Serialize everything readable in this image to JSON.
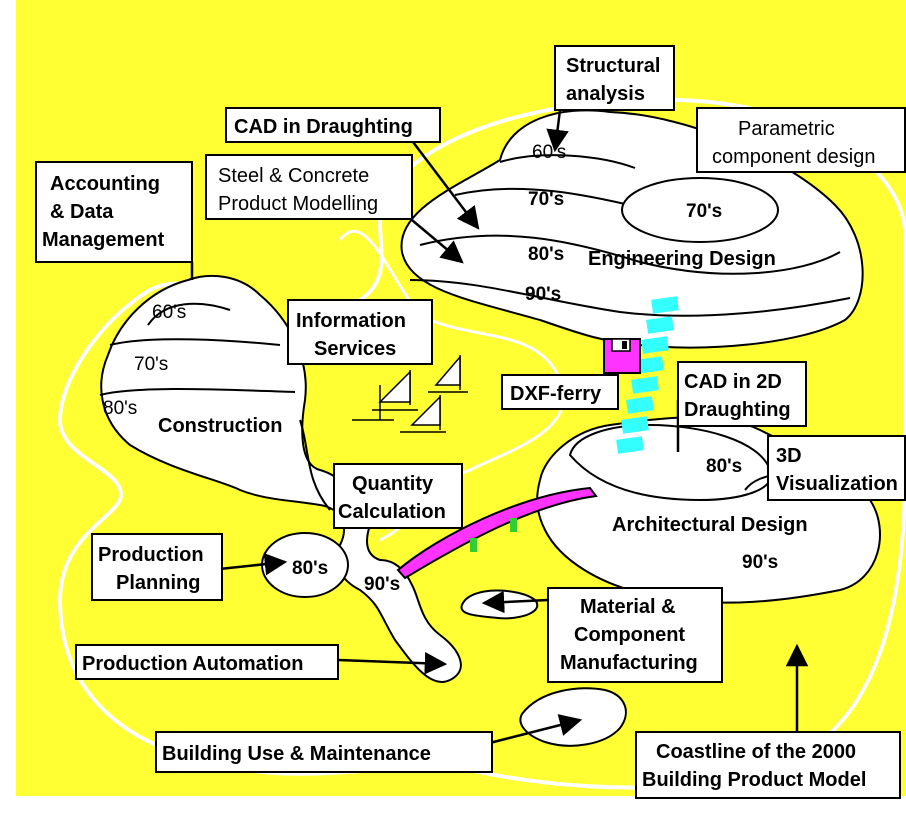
{
  "colors": {
    "background": "#ffff33",
    "island_fill": "#ffffff",
    "coastline": "#ffffff",
    "ferry": "#ff33ff",
    "bridge_magenta": "#ff33ff",
    "bridge_posts": "#33cc33",
    "ferry_route": "#33ffff"
  },
  "islands": {
    "engineering": {
      "name": "Engineering Design",
      "decades": [
        "60's",
        "70's",
        "80's",
        "90's"
      ],
      "parametric_decade": "70's"
    },
    "construction": {
      "name": "Construction",
      "decades": [
        "60's",
        "70's",
        "80's"
      ],
      "peninsula_decades": [
        "80's",
        "90's"
      ]
    },
    "architectural": {
      "name": "Architectural Design",
      "decades": [
        "80's",
        "90's"
      ]
    }
  },
  "labels": {
    "structural": [
      "Structural",
      "analysis"
    ],
    "cad_draughting": [
      "CAD in Draughting"
    ],
    "parametric": [
      "Parametric",
      "component design"
    ],
    "steel": [
      "Steel & Concrete",
      "Product Modelling"
    ],
    "accounting": [
      "Accounting",
      "& Data",
      "Management"
    ],
    "information": [
      "Information",
      "Services"
    ],
    "dxf": [
      "DXF-ferry"
    ],
    "cad2d": [
      "CAD in 2D",
      "Draughting"
    ],
    "vis3d": [
      "3D",
      "Visualization"
    ],
    "quantity": [
      "Quantity",
      "Calculation"
    ],
    "production_planning": [
      "Production",
      "Planning"
    ],
    "material": [
      "Material &",
      "Component",
      "Manufacturing"
    ],
    "production_automation": [
      "Production Automation"
    ],
    "building_use": [
      "Building Use & Maintenance"
    ],
    "coastline": [
      "Coastline of the 2000",
      "Building Product Model"
    ]
  },
  "icons": {
    "ferry": "floppy-disk-ferry-icon",
    "sailboats": "sailboat-icon",
    "bridge": "bridge-icon"
  }
}
